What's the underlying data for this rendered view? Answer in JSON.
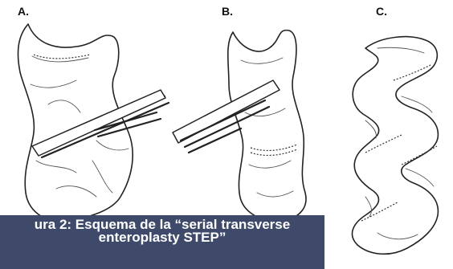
{
  "panels": {
    "a": {
      "label": "A."
    },
    "b": {
      "label": "B."
    },
    "c": {
      "label": "C."
    }
  },
  "caption": {
    "text": "ura 2: Esquema de la “serial transverse\nenteroplasty STEP”"
  },
  "colors": {
    "caption_background": "#3f4a6b",
    "caption_text": "#ffffff",
    "line_art": "#222222"
  }
}
